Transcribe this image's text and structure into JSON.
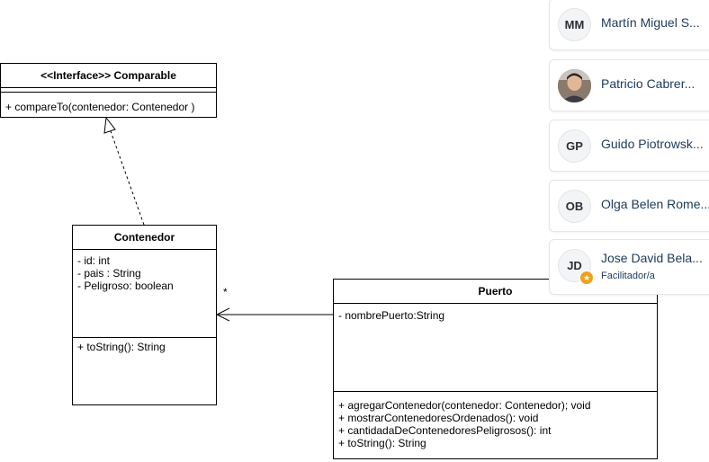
{
  "diagram": {
    "interface": {
      "title": "<<Interface>> Comparable",
      "operations": [
        "+ compareTo(contenedor: Contenedor  )"
      ]
    },
    "contenedor": {
      "title": "Contenedor",
      "attributes": [
        "- id: int",
        "- pais : String",
        "- Peligroso: boolean"
      ],
      "operations": [
        "+ toString(): String"
      ]
    },
    "puerto": {
      "title": "Puerto",
      "attributes": [
        "- nombrePuerto:String"
      ],
      "operations": [
        "+ agregarContenedor(contenedor: Contenedor); void",
        "+ mostrarContenedoresOrdenados(): void",
        "+ cantidadaDeContenedoresPeligrosos(): int",
        "+ toString(): String"
      ]
    },
    "multiplicity": "*"
  },
  "participants": [
    {
      "initials": "MM",
      "name": "Martín Miguel S...",
      "role": "",
      "avatar": "initials"
    },
    {
      "initials": "",
      "name": "Patricio Cabrer...",
      "role": "",
      "avatar": "photo"
    },
    {
      "initials": "GP",
      "name": "Guido Piotrowsk...",
      "role": "",
      "avatar": "initials"
    },
    {
      "initials": "OB",
      "name": "Olga Belen Rome...",
      "role": "",
      "avatar": "initials"
    },
    {
      "initials": "JD",
      "name": "Jose David Bela...",
      "role": "Facilitador/a",
      "avatar": "initials",
      "badge_icon": "medal-icon",
      "badge_color": "#f0a020"
    }
  ],
  "colors": {
    "name_text": "#1b3a5c",
    "badge": "#f0a020"
  }
}
